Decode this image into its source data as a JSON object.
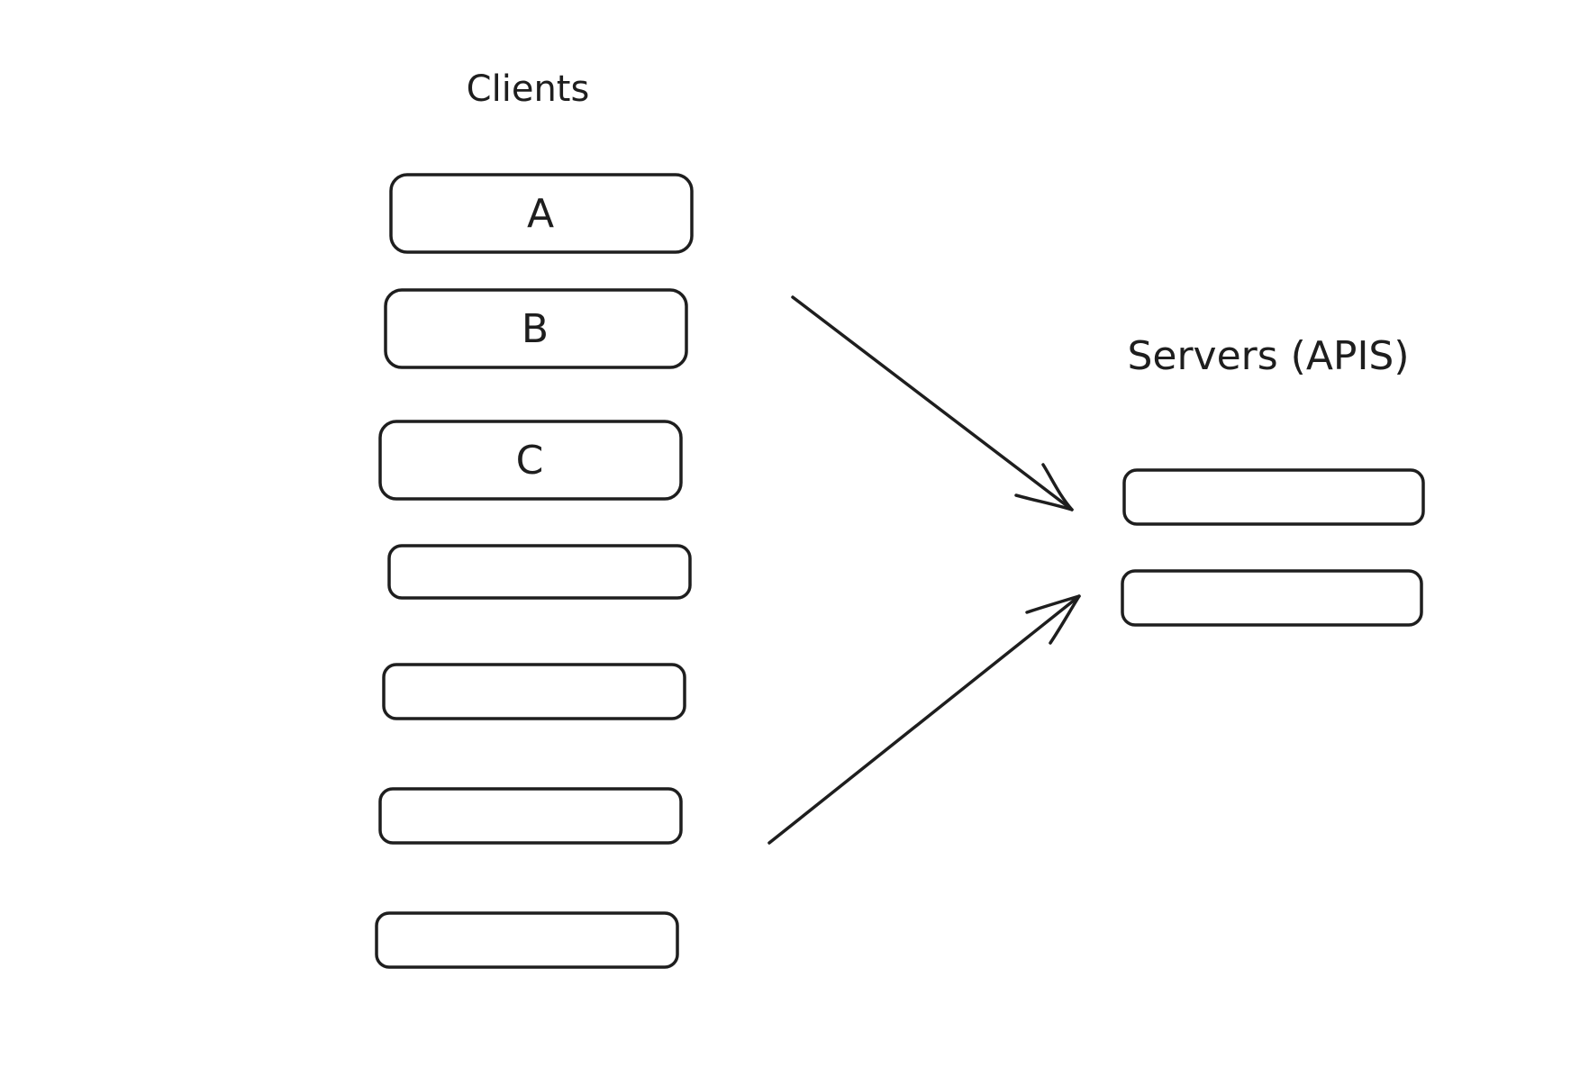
{
  "clients": {
    "title": "Clients",
    "items": [
      {
        "label": "A"
      },
      {
        "label": "B"
      },
      {
        "label": "C"
      },
      {
        "label": ""
      },
      {
        "label": ""
      },
      {
        "label": ""
      },
      {
        "label": ""
      }
    ]
  },
  "servers": {
    "title": "Servers (APIS)",
    "items": [
      {
        "label": ""
      },
      {
        "label": ""
      }
    ]
  },
  "colors": {
    "stroke": "#1e1e1e",
    "background": "#ffffff"
  }
}
